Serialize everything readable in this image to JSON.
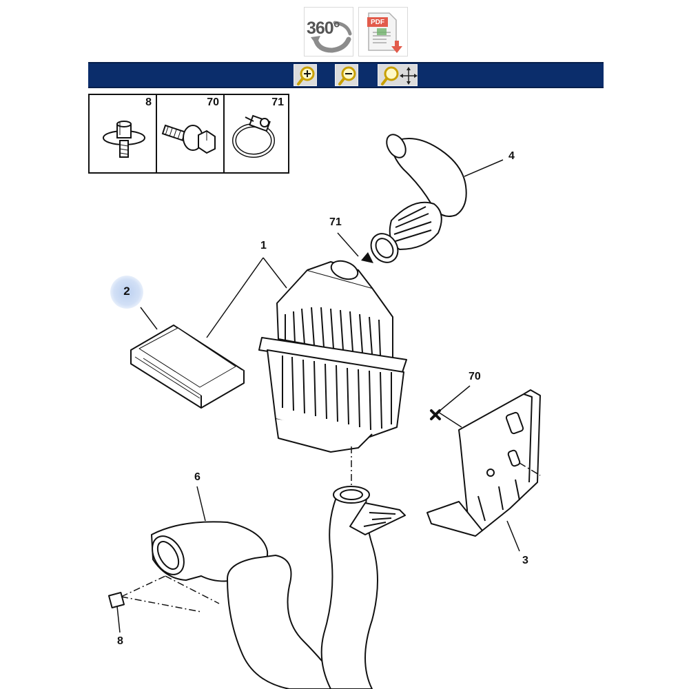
{
  "header": {
    "btn_360": {
      "label": "360°"
    },
    "btn_pdf": {
      "label": "PDF"
    }
  },
  "toolbar": {
    "bg_color": "#0b2d6b",
    "tools": [
      "zoom-in-icon",
      "zoom-out-icon",
      "zoom-pan-icon"
    ]
  },
  "inset": {
    "cells": [
      {
        "number": "8"
      },
      {
        "number": "70"
      },
      {
        "number": "71"
      }
    ]
  },
  "callouts": {
    "c1": "1",
    "c2": "2",
    "c3": "3",
    "c4": "4",
    "c6": "6",
    "c8": "8",
    "c70": "70",
    "c71": "71"
  },
  "highlight_color": "#bcd0f0"
}
